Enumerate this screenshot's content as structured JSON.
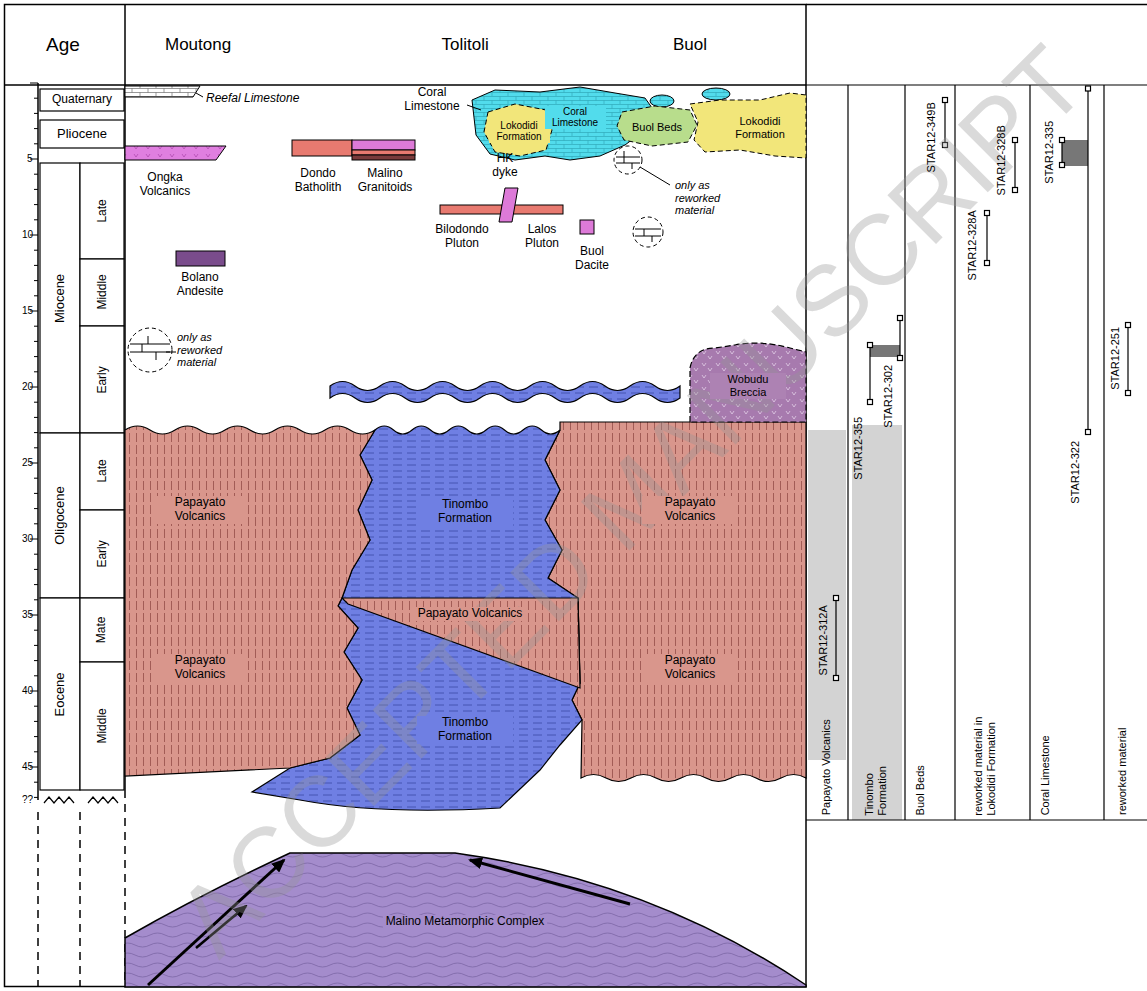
{
  "diagram": {
    "nodes": [
      {
        "text": [
          "Lokodidi Formation"
        ]
      },
      {
        "text": [
          "Coral Limestone"
        ]
      },
      {
        "text": [
          "Buol Beds"
        ]
      },
      {
        "text": [
          "Lokodidi Formation"
        ]
      },
      {
        "text": [
          "Wobudu Breccia"
        ]
      },
      {
        "text": [
          "Papayato Volcanics"
        ]
      },
      {
        "text": [
          "Tinombo Formation"
        ]
      },
      {
        "text": [
          "Papayato Volcanics"
        ]
      },
      {
        "text": [
          "Papayato Volcanics"
        ]
      },
      {
        "text": [
          "Papayato Volcanics"
        ]
      },
      {
        "text": [
          "Papayato Volcanics"
        ]
      },
      {
        "text": [
          "Tinombo Formation"
        ]
      },
      {
        "text": [
          "Malino Metamorphic Complex"
        ]
      }
    ],
    "labels": [
      "Age",
      "Moutong",
      "Tolitoli",
      "Buol",
      "Quaternary",
      "Pliocene",
      "Miocene",
      "Late",
      "Middle",
      "Early",
      "Oligocene",
      "Late",
      "Early",
      "Eocene",
      "Mate",
      "Middle",
      "5",
      "10",
      "15",
      "20",
      "25",
      "30",
      "35",
      "40",
      "45",
      "??",
      "Reefal Limestone",
      "Coral Limestone",
      "Ongka Volcanics",
      "Dondo Batholith",
      "Malino Granitoids",
      "HK dyke",
      "Bilodondo Pluton",
      "Lalos Pluton",
      "Buol Dacite",
      "only as reworked material",
      "Bolano Andesite",
      "only as reworked material",
      "STAR12-312A",
      "STAR12-355",
      "STAR12-302",
      "STAR12-349B",
      "STAR12-328A",
      "STAR12-328B",
      "STAR12-335",
      "STAR12-322",
      "STAR12-251",
      "Papayato Volcanics",
      "Tinombo Formation",
      "Buol Beds",
      "reworked material in Lokodidi Formation",
      "Coral Limestone",
      "reworked material",
      "ACCEPTED MANUSCRIPT"
    ]
  }
}
